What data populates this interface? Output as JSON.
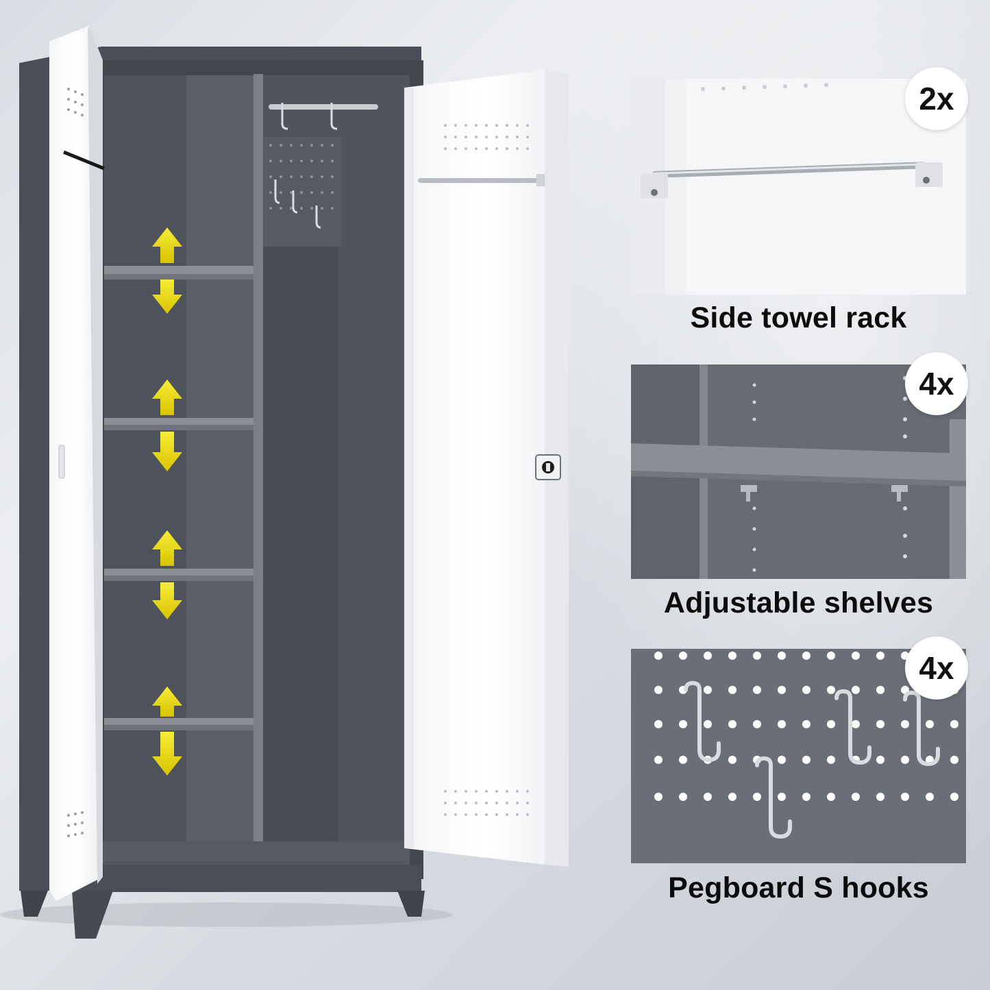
{
  "features": [
    {
      "count": "2x",
      "caption": "Side towel rack"
    },
    {
      "count": "4x",
      "caption": "Adjustable shelves"
    },
    {
      "count": "4x",
      "caption": "Pegboard S hooks"
    }
  ],
  "colors": {
    "cabinet_body": "#4f545c",
    "cabinet_interior": "#5d626a",
    "door_white": "#ffffff",
    "arrow_yellow": "#f2e21b"
  },
  "icons": [
    "up-arrow-icon",
    "down-arrow-icon",
    "lock-icon",
    "s-hook-icon"
  ]
}
